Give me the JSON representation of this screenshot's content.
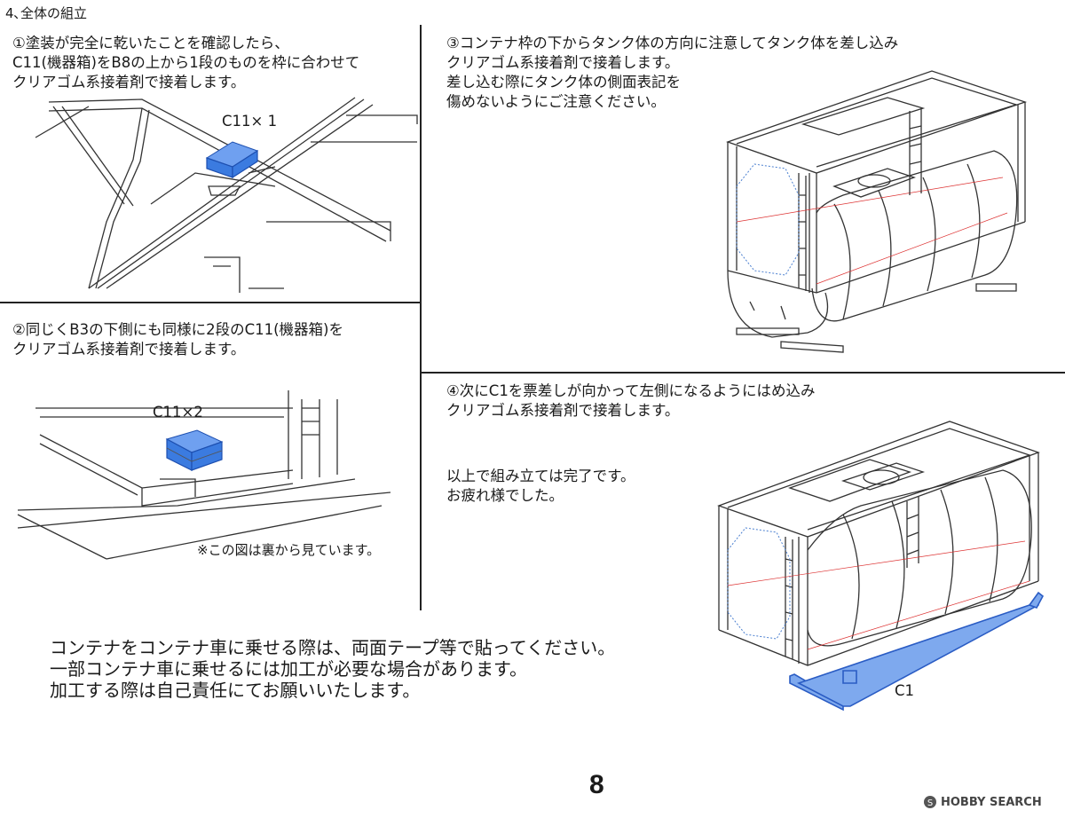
{
  "header": {
    "title": "4､全体の組立"
  },
  "steps": {
    "s1": {
      "lines": [
        "①塗装が完全に乾いたことを確認したら、",
        "C11(機器箱)をB8の上から1段のものを枠に合わせて",
        "クリアゴム系接着剤で接着します。"
      ],
      "label": "C11× 1"
    },
    "s2": {
      "lines": [
        "②同じくB3の下側にも同様に2段のC11(機器箱)を",
        "クリアゴム系接着剤で接着します。"
      ],
      "label": "C11×2",
      "note": "※この図は裏から見ています。"
    },
    "s3": {
      "lines": [
        "③コンテナ枠の下からタンク体の方向に注意してタンク体を差し込み",
        "クリアゴム系接着剤で接着します。",
        "差し込む際にタンク体の側面表記を",
        "傷めないようにご注意ください。"
      ]
    },
    "s4": {
      "lines": [
        "④次にC1を票差しが向かって左側になるようにはめ込み",
        "クリアゴム系接着剤で接着します。"
      ],
      "done": [
        "以上で組み立ては完了です。",
        "お疲れ様でした。"
      ],
      "label": "C1"
    }
  },
  "footer_note": [
    "コンテナをコンテナ車に乗せる際は、両面テープ等で貼ってください。",
    "一部コンテナ車に乗せるには加工が必要な場合があります。",
    "加工する際は自己責任にてお願いいたします。"
  ],
  "page_number": "8",
  "watermark": {
    "brand": "HOBBY SEARCH"
  },
  "colors": {
    "part_blue": "#3b7be0",
    "line": "#222222"
  }
}
